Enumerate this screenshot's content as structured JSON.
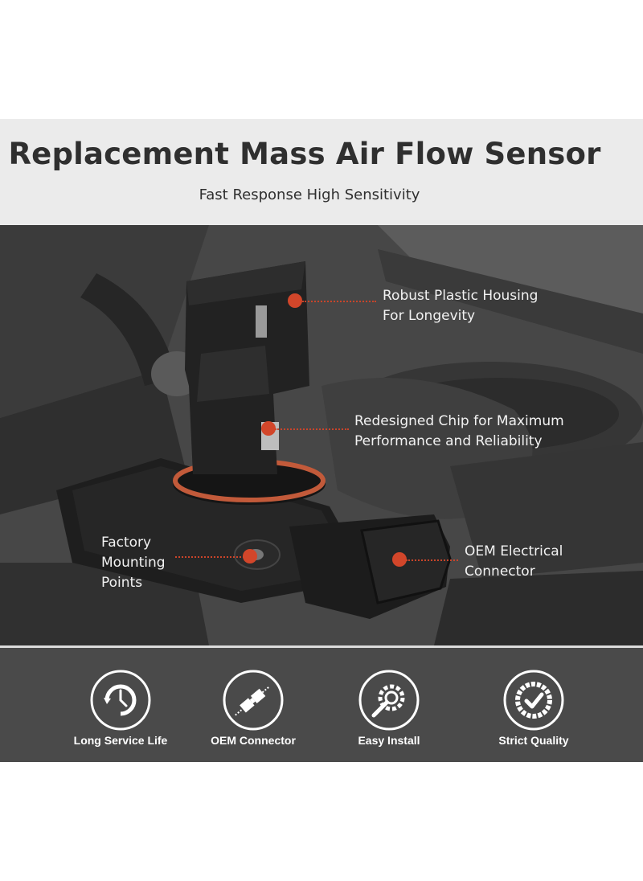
{
  "header": {
    "title": "Replacement Mass Air Flow Sensor",
    "subtitle": "Fast Response High Sensitivity"
  },
  "callouts": {
    "housing": {
      "line1": "Robust Plastic Housing",
      "line2": "For Longevity"
    },
    "chip": {
      "line1": "Redesigned Chip for Maximum",
      "line2": "Performance and Reliability"
    },
    "mounting": {
      "line1": "Factory",
      "line2": "Mounting",
      "line3": "Points"
    },
    "connector": {
      "line1": "OEM Electrical",
      "line2": "Connector"
    }
  },
  "features": [
    {
      "label": "Long Service Life",
      "icon": "clock-icon"
    },
    {
      "label": "OEM Connector",
      "icon": "connector-icon"
    },
    {
      "label": "Easy Install",
      "icon": "wrench-gear-icon"
    },
    {
      "label": "Strict Quality",
      "icon": "checkmark-badge-icon"
    }
  ],
  "colors": {
    "accent": "#d2462a",
    "header_band": "#ebebeb",
    "footer_band": "#4a4a4a"
  }
}
